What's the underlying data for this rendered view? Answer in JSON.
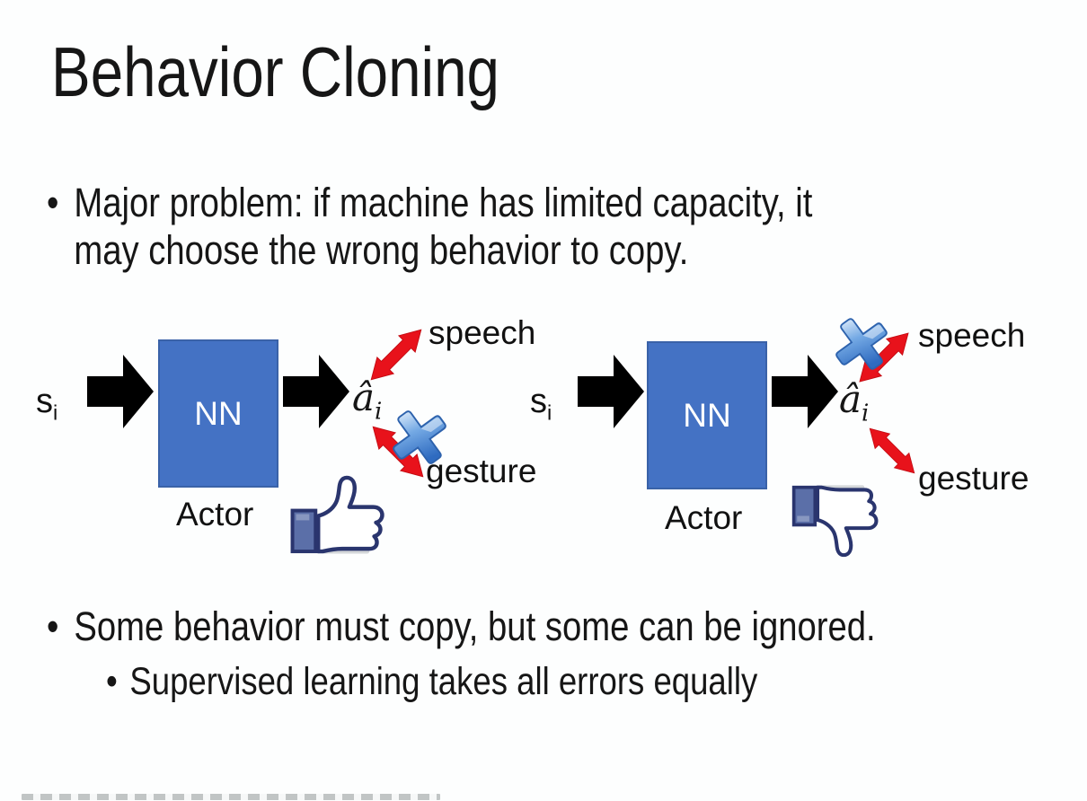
{
  "slide": {
    "title": "Behavior Cloning",
    "bullet_glyph": "•",
    "bullet1_line1": "Major problem: if machine has limited capacity, it",
    "bullet1_line2": "may choose the wrong behavior to copy.",
    "bullet2": "Some behavior must copy, but some can be ignored.",
    "bullet2_sub": "Supervised learning takes all errors equally"
  },
  "diagram": {
    "state_label": "s",
    "state_sub": "i",
    "nn_label": "NN",
    "actor_label": "Actor",
    "action_label": "â",
    "action_sub": "i",
    "speech_label": "speech",
    "gesture_label": "gesture",
    "left_variant": {
      "crossed_out": "gesture",
      "feedback": "thumbs-up"
    },
    "right_variant": {
      "crossed_out": "speech",
      "feedback": "thumbs-down"
    }
  },
  "colors": {
    "nn_box_fill": "#4472C4",
    "nn_box_border": "#3A62A8",
    "arrow_black": "#000000",
    "arrow_red": "#E8121B",
    "cross_blue_mid": "#74A9E4",
    "cross_border": "#2D62AD",
    "thumb_outline": "#2A356E",
    "thumb_cuff_fill": "#5B6FA8",
    "text_color": "#161616"
  }
}
